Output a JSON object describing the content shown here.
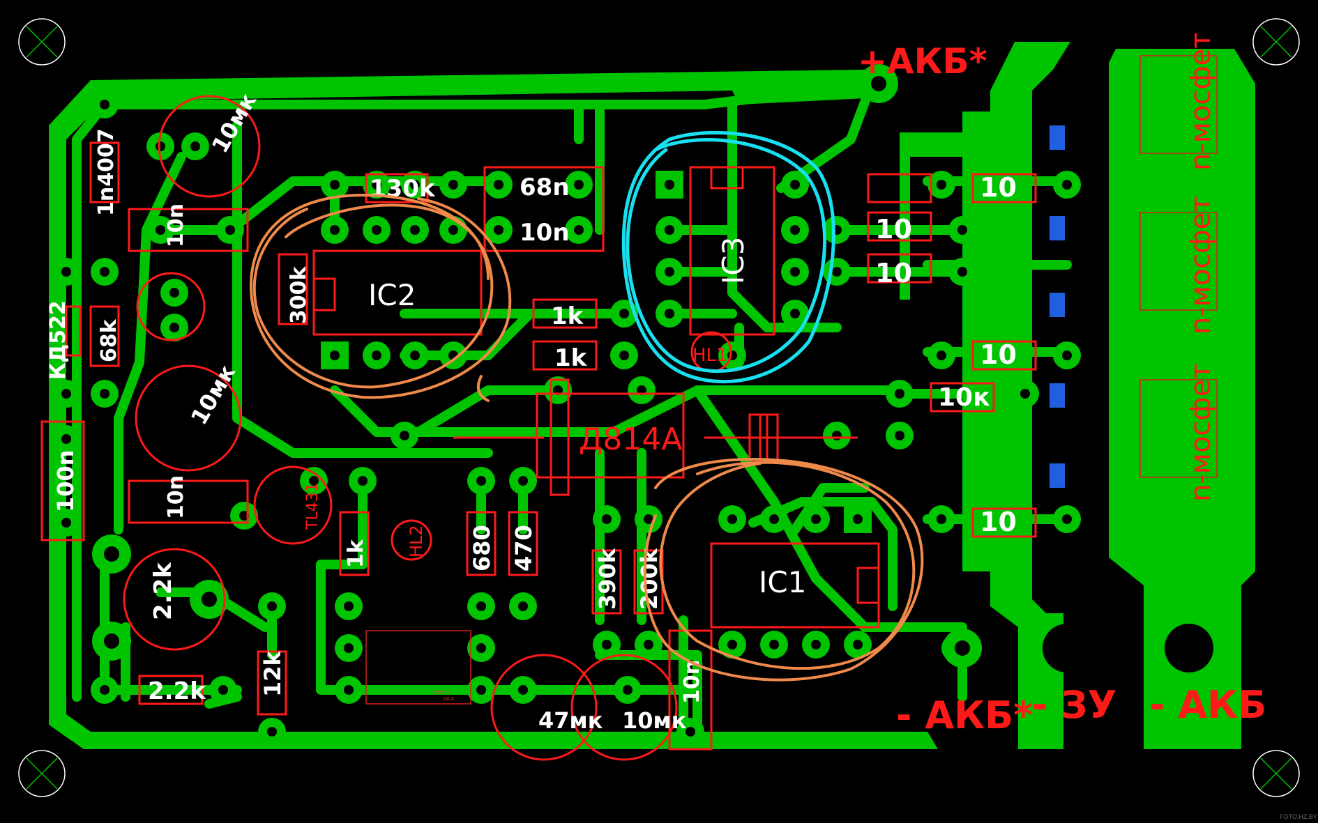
{
  "labels": {
    "akb_plus_top": "+АКБ*",
    "akb_minus_star": "- АКБ*",
    "zu_minus": "- ЗУ",
    "akb_minus": "- АКБ",
    "mosfet_1": "n-мосфет",
    "mosfet_2": "n-мосфет",
    "mosfet_3": "n-мосфет",
    "ic1": "IC1",
    "ic2": "IC2",
    "ic3": "IC3",
    "d814": "Д814А",
    "hl1": "HL1",
    "hl2": "HL2",
    "tl431": "TL431",
    "tlp": "TLP521",
    "dil4": "DIL4",
    "watermark": "FOTO.HZ.BY"
  },
  "components": {
    "r_130k": "130k",
    "c_68n": "68n",
    "c_10n_top": "10n",
    "d_1n4007": "1n4007",
    "c_10mk_top": "10мк",
    "c_10n_left": "10n",
    "r_300k": "300k",
    "d_kd522": "КД522",
    "r_68k": "68k",
    "c_10mk_mid": "10мк",
    "c_100n": "100n",
    "c_10n_low": "10n",
    "r_1k_a": "1k",
    "r_1k_b": "1k",
    "r_1k_c": "1k",
    "r_10_1": "10",
    "r_10_2": "10",
    "r_10_3": "10",
    "r_10_4": "10",
    "r_10_5": "10",
    "r_10k": "10к",
    "r_680": "680",
    "r_470": "470",
    "r_390k": "390k",
    "r_200k": "200k",
    "r_2_2k_a": "2.2k",
    "r_2_2k_b": "2.2k",
    "r_12k": "12k",
    "c_47mk": "47мк",
    "c_10mk_bot": "10мк",
    "c_10n_bot": "10n"
  },
  "colors": {
    "copper": "#00c400",
    "silkscreen": "#ffffff",
    "outline": "#ff1a1a",
    "marker_orange": "#f08a4b",
    "marker_cyan": "#18e0f0",
    "background": "#000000"
  }
}
